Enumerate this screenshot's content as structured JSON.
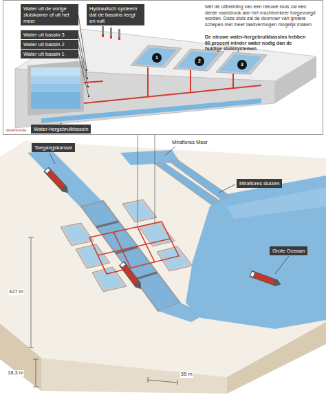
{
  "diagram": {
    "nodes": [
      {
        "text": [
          "Water uit de vorige sluiskamer of uit het meer"
        ]
      },
      {
        "text": [
          "Hydraulisch systeem dat de bassins leegt en vult"
        ]
      },
      {
        "text": [
          "Water uit bassin 3"
        ]
      },
      {
        "text": [
          "Water uit bassin 2"
        ]
      },
      {
        "text": [
          "Water uit bassin 1"
        ]
      },
      {
        "text": [
          "1"
        ]
      },
      {
        "text": [
          "2"
        ]
      },
      {
        "text": [
          "3"
        ]
      },
      {
        "text": [
          "Water-hergebruikbassin"
        ]
      },
      {
        "text": [
          "Toegangskanaal"
        ]
      },
      {
        "text": [
          "Miraflores sluizen"
        ]
      },
      {
        "text": [
          "Grote Oceaan"
        ]
      }
    ],
    "labels": [
      "Met de uitbreiding van een nieuwe sluis zal een derde vaarstrook aan het vrachtverkeer toegevoegd worden. Deze sluis zal de doorvoer van grotere schepen met meer laadvermogen mogelijk maken.",
      "De nieuwe water-hergebruikbassins hebben 60 procent minder water nodig dan de huidige sluissystemen",
      "dwarsnede",
      "Miraflores Meer",
      "427 m",
      "18,3 m",
      "55 m"
    ]
  }
}
